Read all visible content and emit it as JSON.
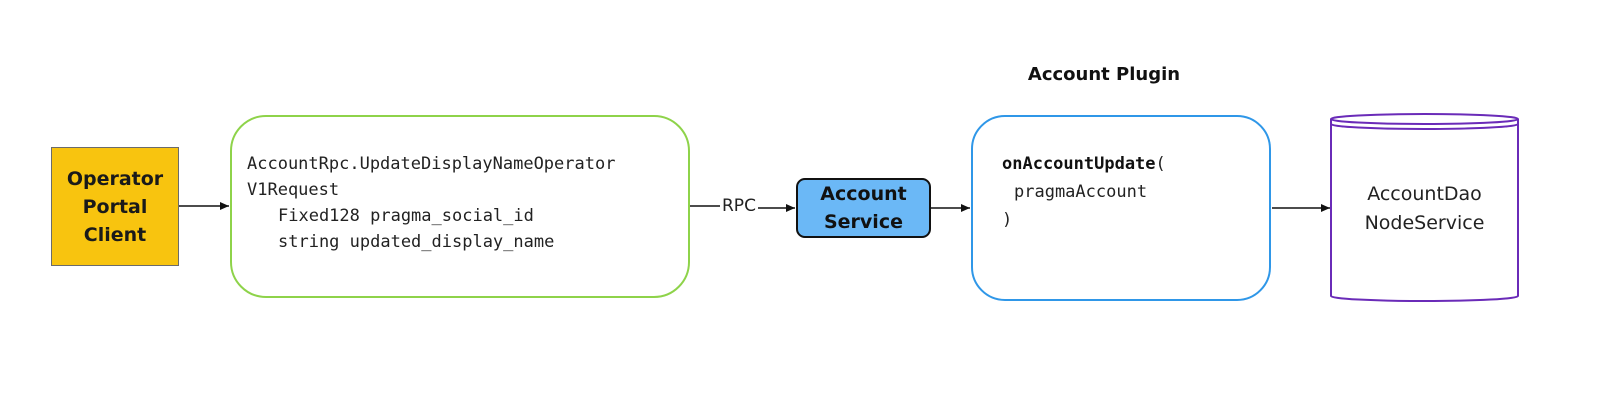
{
  "diagram": {
    "operator_client": {
      "lines": [
        "Operator",
        "Portal",
        "Client"
      ],
      "fill": "#f8c40f"
    },
    "request_message": {
      "line1": "AccountRpc.UpdateDisplayNameOperator",
      "line2": "V1Request",
      "field1": "Fixed128 pragma_social_id",
      "field2": "string updated_display_name",
      "border": "#8ed34a"
    },
    "rpc_edge": {
      "label": "RPC"
    },
    "account_service": {
      "lines": [
        "Account",
        "Service"
      ],
      "fill": "#6bb8f6"
    },
    "account_plugin": {
      "title": "Account Plugin",
      "function_name": "onAccountUpdate",
      "open_paren": "(",
      "param": "pragmaAccount",
      "close_paren": ")",
      "border": "#2f97e8"
    },
    "account_dao": {
      "lines": [
        "AccountDao",
        "NodeService"
      ],
      "border": "#6a2bb8"
    }
  }
}
